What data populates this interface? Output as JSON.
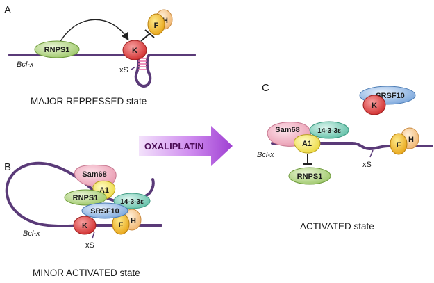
{
  "panels": {
    "a": "A",
    "b": "B",
    "c": "C"
  },
  "states": {
    "a": "MAJOR REPRESSED state",
    "b": "MINOR ACTIVATED state",
    "c": "ACTIVATED state"
  },
  "gene_label": "Bcl-x",
  "site_label": "xS",
  "treatment": "OXALIPLATIN",
  "proteins": {
    "rnps1": "RNPS1",
    "k": "K",
    "f": "F",
    "h": "H",
    "sam68": "Sam68",
    "a1": "A1",
    "srsf10": "SRSF10",
    "e1433": "14-3-3ε"
  },
  "colors": {
    "rna": "#5a3a78",
    "arrow_fill": "#b565e0",
    "rnps1": "#b9d98a",
    "k": "#e04848",
    "fh": "#f4c030",
    "sam68": "#f2b8c6",
    "a1": "#f7e86a",
    "srsf10": "#8fb6e6",
    "e1433": "#86d2bf",
    "hairpin": "#e86fa8"
  }
}
